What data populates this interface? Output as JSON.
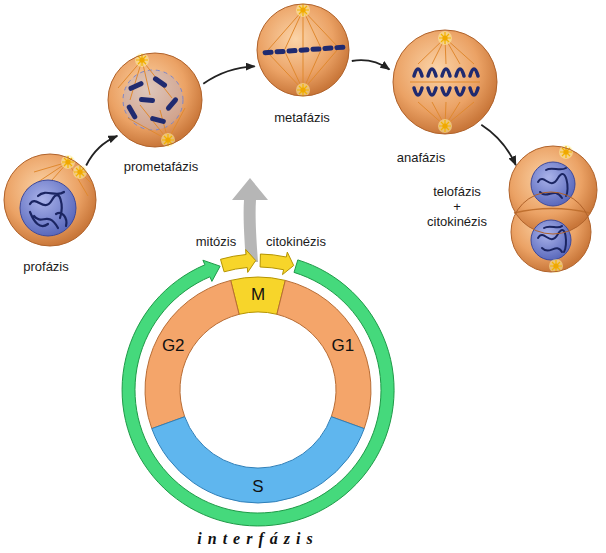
{
  "diagram": {
    "nodes": [
      {
        "text": [
          "profázis"
        ]
      },
      {
        "text": [
          "prometafázis"
        ]
      },
      {
        "text": [
          "metafázis"
        ]
      },
      {
        "text": [
          "anafázis"
        ]
      },
      {
        "text": [
          "telofázis + citokinézis"
        ]
      },
      {
        "text": [
          "mitózis"
        ]
      },
      {
        "text": [
          "citokinézis"
        ]
      },
      {
        "text": [
          "M"
        ]
      },
      {
        "text": [
          "G2"
        ]
      },
      {
        "text": [
          "G1"
        ]
      },
      {
        "text": [
          "S"
        ]
      },
      {
        "text": [
          "interfázis"
        ]
      }
    ],
    "edges": [
      {
        "from": 0,
        "to": 1,
        "arrow": "to"
      },
      {
        "from": 1,
        "to": 2,
        "arrow": "to"
      },
      {
        "from": 2,
        "to": 3,
        "arrow": "to"
      },
      {
        "from": 3,
        "to": 4,
        "arrow": "to"
      }
    ]
  }
}
